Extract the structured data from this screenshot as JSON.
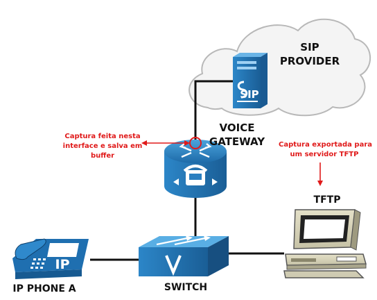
{
  "labels": {
    "sip_provider": [
      "SIP",
      "PROVIDER"
    ],
    "voice_gateway": [
      "VOICE",
      "GATEWAY"
    ],
    "tftp": "TFTP",
    "switch": "SWITCH",
    "ip_phone": "IP PHONE A",
    "ip_phone_screen": "IP",
    "sip_server_text": "SIP"
  },
  "annotations": {
    "capture_interface": [
      "Captura feita nesta",
      "interface e salva em",
      "buffer"
    ],
    "capture_export": [
      "Captura exportada para",
      "um servidor TFTP"
    ]
  },
  "colors": {
    "link": "#111111",
    "annotation": "#e01a1a",
    "device_blue": "#2a7fc0",
    "cloud_fill": "#f4f4f4",
    "cloud_stroke": "#b8b8b8"
  },
  "icons": [
    "cloud-icon",
    "sip-server-icon",
    "router-icon",
    "switch-icon",
    "ip-phone-icon",
    "pc-icon"
  ]
}
